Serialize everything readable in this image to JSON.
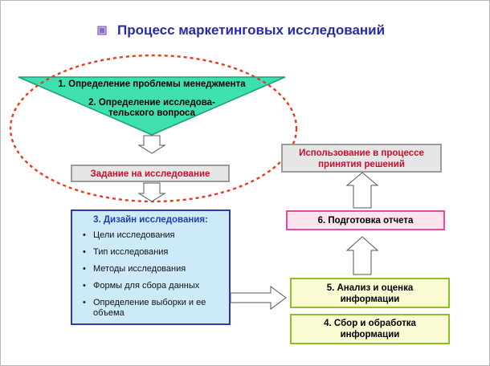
{
  "title": "Процесс маркетинговых исследований",
  "icon": "slide-bullet-icon",
  "colors": {
    "title": "#2b2aa6",
    "triangle": "#3fe0b0",
    "ellipse": "#e8391a",
    "accent_red": "#c8102e",
    "accent_blue": "#1f3fae"
  },
  "triangle": {
    "line1": "1. Определение проблемы менеджмента",
    "line2": "2. Определение исследова-",
    "line3": "тельского вопроса"
  },
  "task_box": {
    "label": "Задание на исследование"
  },
  "design_box": {
    "heading": "3. Дизайн исследования:",
    "items": [
      "Цели исследования",
      "Тип исследования",
      "Методы исследования",
      "Формы для сбора данных",
      "Определение выборки и ее объема"
    ]
  },
  "collect_box": {
    "line1": "4. Сбор и обработка",
    "line2": "информации"
  },
  "analysis_box": {
    "line1": "5. Анализ и оценка",
    "line2": "информации"
  },
  "report_box": {
    "label": "6. Подготовка отчета"
  },
  "use_box": {
    "line1": "Использование в процессе",
    "line2": "принятия решений"
  }
}
